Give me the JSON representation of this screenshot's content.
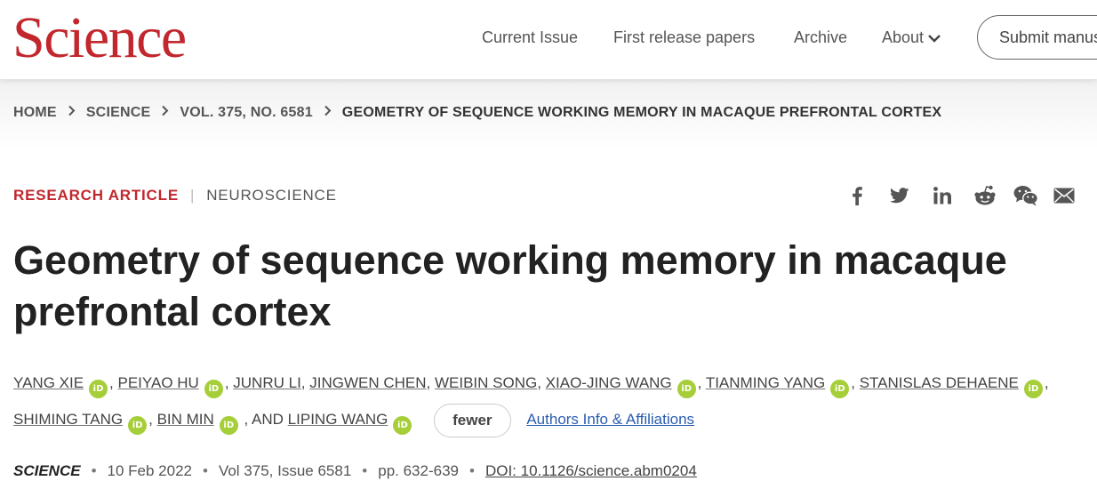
{
  "header": {
    "logo_text": "Science",
    "nav": [
      {
        "label": "Current Issue"
      },
      {
        "label": "First release papers"
      },
      {
        "label": "Archive"
      },
      {
        "label": "About"
      }
    ],
    "submit_label": "Submit manuscript"
  },
  "breadcrumb": [
    "HOME",
    "SCIENCE",
    "VOL. 375, NO. 6581",
    "GEOMETRY OF SEQUENCE WORKING MEMORY IN MACAQUE PREFRONTAL CORTEX"
  ],
  "article": {
    "type": "RESEARCH ARTICLE",
    "subject": "NEUROSCIENCE",
    "title": "Geometry of sequence working memory in macaque prefrontal cortex",
    "authors": [
      "YANG XIE",
      "PEIYAO HU",
      "JUNRU LI",
      "JINGWEN CHEN",
      "WEIBIN SONG",
      "XIAO-JING WANG",
      "TIANMING YANG",
      "STANISLAS DEHAENE",
      "SHIMING TANG",
      "BIN MIN",
      "LIPING WANG"
    ],
    "orcid_label": "iD",
    "and_text": ", AND",
    "fewer_label": "fewer",
    "affiliations_label": "Authors Info & Affiliations"
  },
  "citation": {
    "journal": "SCIENCE",
    "date": "10 Feb 2022",
    "volume": "Vol 375, Issue 6581",
    "pages": "pp. 632-639",
    "doi": "DOI: 10.1126/science.abm0204"
  },
  "share_icons": [
    "facebook-icon",
    "twitter-icon",
    "linkedin-icon",
    "reddit-icon",
    "wechat-icon",
    "email-icon"
  ],
  "colors": {
    "brand": "#c1272d",
    "link": "#2a5db0",
    "orcid": "#a6ce39"
  }
}
